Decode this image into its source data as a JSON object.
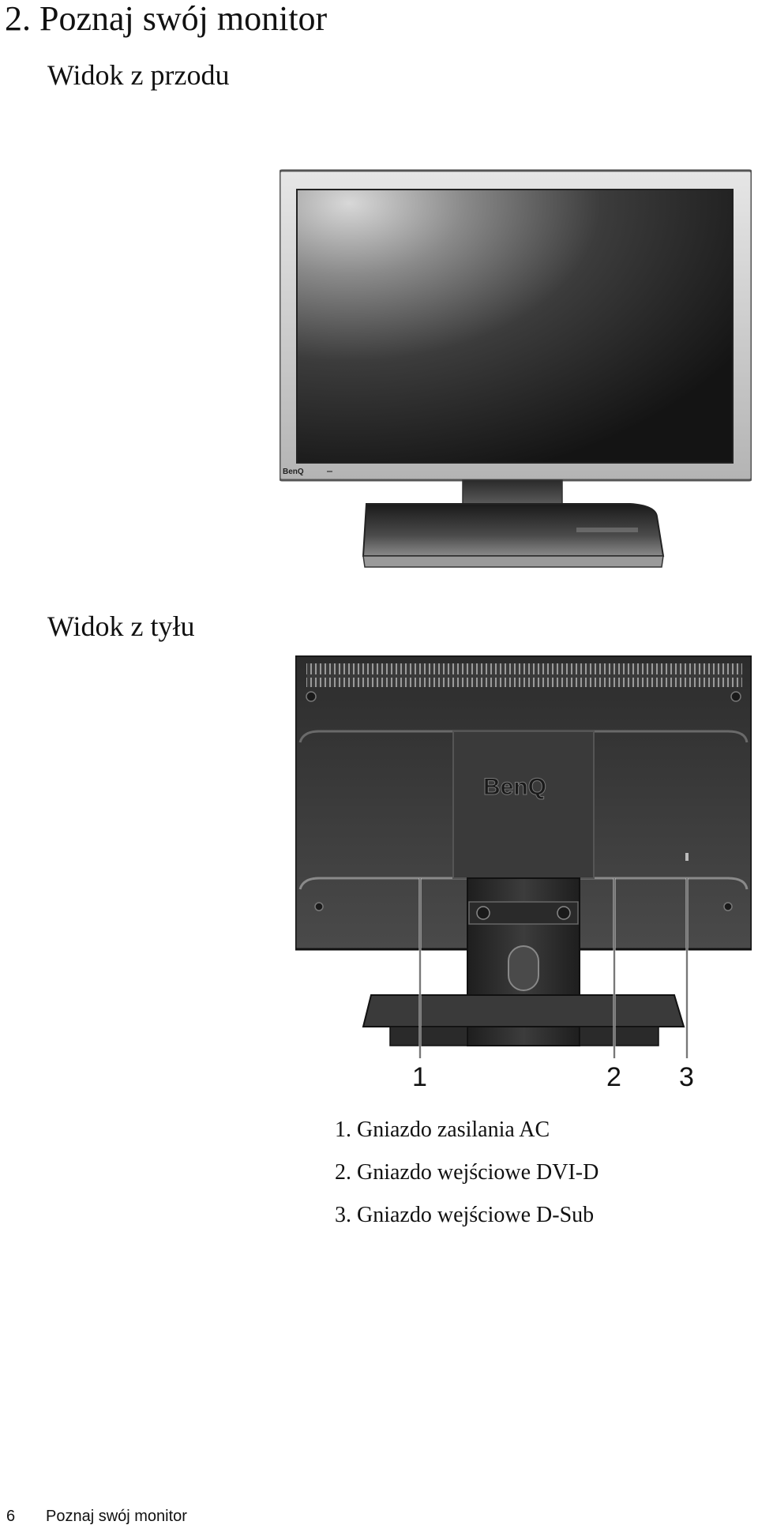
{
  "page": {
    "title": "2. Poznaj swój monitor",
    "front_heading": "Widok z przodu",
    "rear_heading": "Widok z tyłu"
  },
  "front_view": {
    "brand_logo": "BenQ",
    "screen_gradient_from": "#c9c9c9",
    "screen_gradient_to": "#1a1a1a",
    "bezel_color": "#c6c6c6"
  },
  "rear_view": {
    "brand_logo": "BenQ",
    "body_color": "#3a3a3a",
    "callouts": [
      "1",
      "2",
      "3"
    ]
  },
  "legend": [
    "1. Gniazdo zasilania AC",
    "2. Gniazdo wejściowe DVI-D",
    "3. Gniazdo wejściowe D-Sub"
  ],
  "footer": {
    "page_number": "6",
    "section": "Poznaj swój monitor"
  }
}
